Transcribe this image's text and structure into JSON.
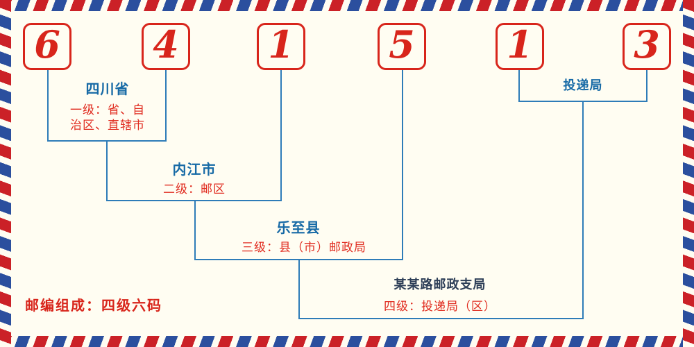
{
  "postal_code": {
    "digits": [
      "6",
      "4",
      "1",
      "5",
      "1",
      "3"
    ]
  },
  "levels": [
    {
      "name": "四川省",
      "desc_line1": "一级：省、自",
      "desc_line2": "治区、直辖市"
    },
    {
      "name": "内江市",
      "desc_line1": "二级：邮区"
    },
    {
      "name": "乐至县",
      "desc_line1": "三级：县（市）邮政局"
    },
    {
      "name": "某某路邮政支局",
      "desc_line1": "四级：投递局（区）"
    },
    {
      "name": "投递局"
    }
  ],
  "footer": {
    "composition": "邮编组成：四级六码"
  },
  "colors": {
    "digit_red": "#d8251b",
    "desc_red": "#e02a1e",
    "label_blue": "#176aa6",
    "dark_label_blue": "#2d3e57",
    "line_blue": "#2e7cb8",
    "stripe_red": "#cb2127",
    "stripe_blue": "#2b4f9e",
    "background_cream": "#fffdf2"
  }
}
